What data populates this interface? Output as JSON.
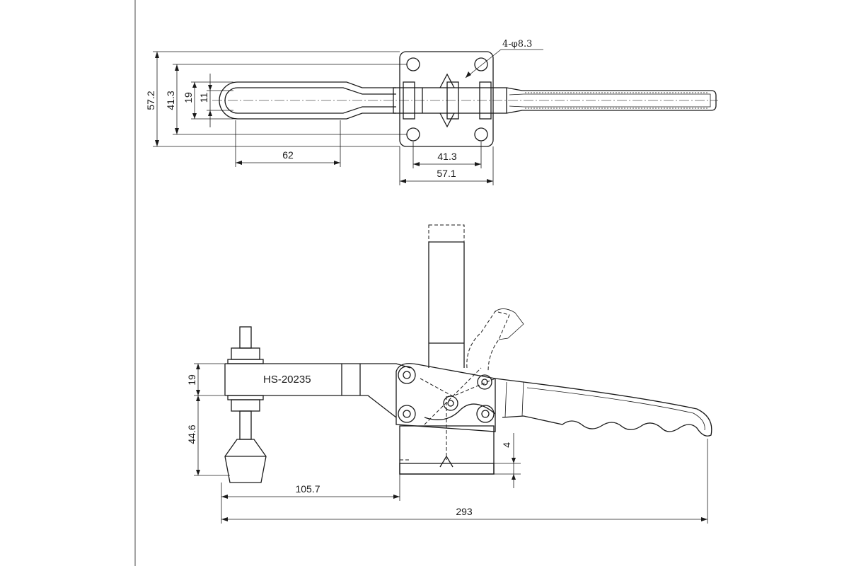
{
  "top_view": {
    "dims": {
      "overall_height": "57.2",
      "hole_spacing_v": "41.3",
      "arm_width": "19",
      "slot_width": "11",
      "slot_length": "62",
      "hole_spacing_h": "41.3",
      "base_width": "57.1"
    },
    "hole_note": "4-φ8.3"
  },
  "side_view": {
    "model": "HS-20235",
    "dims": {
      "arm_height": "19",
      "spindle_height": "44.6",
      "base_thickness": "4",
      "reach": "105.7",
      "overall_length": "293"
    }
  }
}
